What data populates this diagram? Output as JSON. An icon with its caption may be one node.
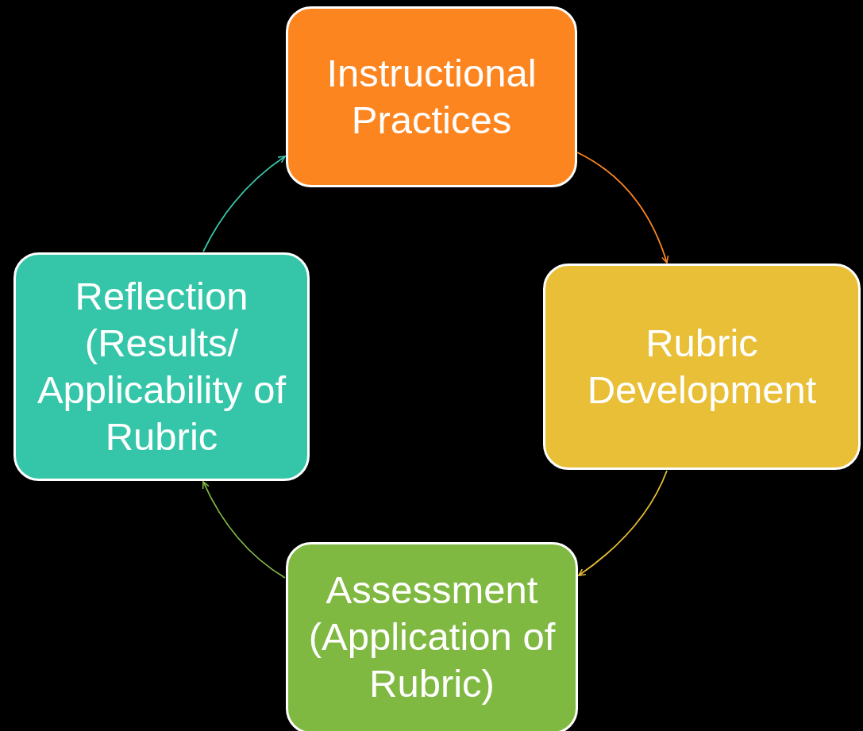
{
  "diagram": {
    "nodes": [
      {
        "text": [
          "Instructional Practices"
        ]
      },
      {
        "text": [
          "Rubric Development"
        ]
      },
      {
        "text": [
          "Assessment (Application of Rubric)"
        ]
      },
      {
        "text": [
          "Reflection (Results/ Applicability of Rubric"
        ]
      }
    ],
    "edges": [
      {
        "from": 0,
        "to": 1,
        "arrow": "to",
        "color": "#fd8520"
      },
      {
        "from": 1,
        "to": 2,
        "arrow": "to",
        "color": "#e9bf37"
      },
      {
        "from": 2,
        "to": 3,
        "arrow": "to",
        "color": "#80b942"
      },
      {
        "from": 3,
        "to": 0,
        "arrow": "to",
        "color": "#35c6a9"
      }
    ]
  }
}
